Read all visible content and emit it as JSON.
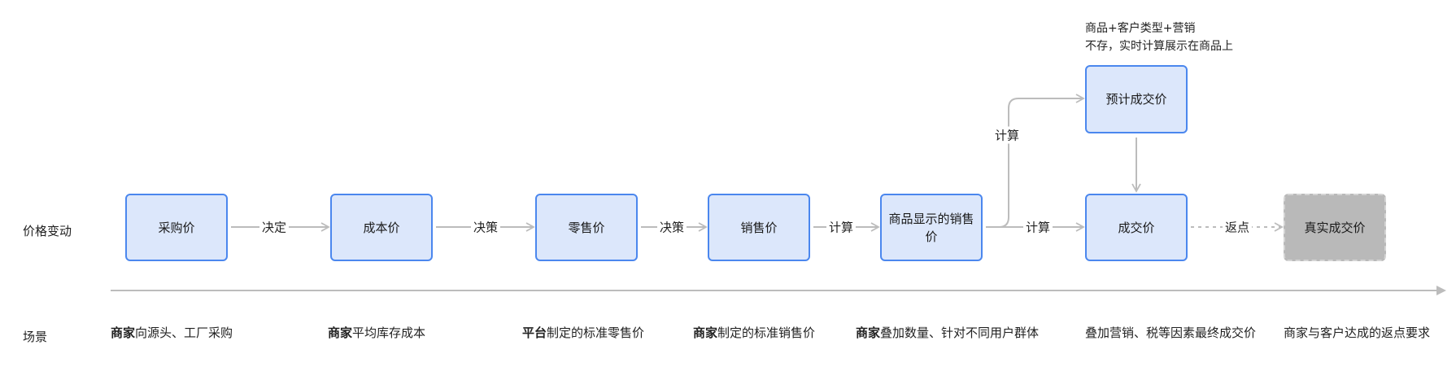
{
  "row_labels": {
    "price_change": "价格变动",
    "scenario": "场景"
  },
  "nodes": [
    {
      "id": "purchase_price",
      "label": "采购价"
    },
    {
      "id": "cost_price",
      "label": "成本价"
    },
    {
      "id": "retail_price",
      "label": "零售价"
    },
    {
      "id": "sales_price",
      "label": "销售价"
    },
    {
      "id": "display_sales_price",
      "label": "商品显示的销售价"
    },
    {
      "id": "deal_price",
      "label": "成交价"
    },
    {
      "id": "estimated_deal_price",
      "label": "预计成交价"
    },
    {
      "id": "real_deal_price",
      "label": "真实成交价"
    }
  ],
  "edges": [
    {
      "from": "purchase_price",
      "to": "cost_price",
      "label": "决定"
    },
    {
      "from": "cost_price",
      "to": "retail_price",
      "label": "决策"
    },
    {
      "from": "retail_price",
      "to": "sales_price",
      "label": "决策"
    },
    {
      "from": "sales_price",
      "to": "display_sales_price",
      "label": "计算"
    },
    {
      "from": "display_sales_price",
      "to": "deal_price",
      "label": "计算"
    },
    {
      "from": "display_sales_price",
      "to": "estimated_deal_price",
      "label": "计算"
    },
    {
      "from": "estimated_deal_price",
      "to": "deal_price",
      "label": ""
    },
    {
      "from": "deal_price",
      "to": "real_deal_price",
      "label": "返点",
      "style": "dashed"
    }
  ],
  "note": {
    "line1": "商品+客户类型+营销",
    "line2": "不存，实时计算展示在商品上"
  },
  "scenarios": [
    {
      "bold": "商家",
      "text": "向源头、工厂采购"
    },
    {
      "bold": "商家",
      "text": "平均库存成本"
    },
    {
      "bold": "平台",
      "text": "制定的标准零售价"
    },
    {
      "bold": "商家",
      "text": "制定的标准销售价"
    },
    {
      "bold": "商家",
      "text": "叠加数量、针对不同用户群体"
    },
    {
      "bold": "",
      "text": "叠加营销、税等因素最终成交价"
    },
    {
      "bold": "",
      "text": "商家与客户达成的返点要求"
    }
  ],
  "colors": {
    "node_fill": "#dce7fb",
    "node_border": "#4b87ee",
    "final_fill": "#b9b9b9",
    "arrow": "#bcbcbc"
  }
}
